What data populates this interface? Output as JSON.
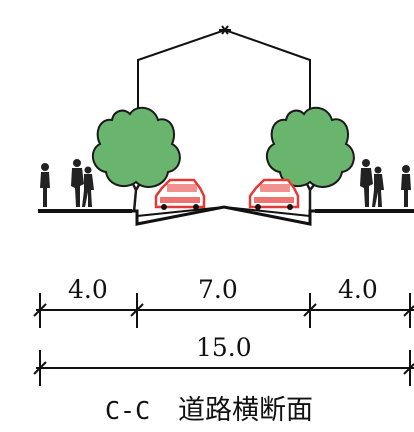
{
  "section": {
    "caption_code": "C-C",
    "caption_text": "道路横断面"
  },
  "dimensions": {
    "left_sidewalk": "4.0",
    "carriageway": "7.0",
    "right_sidewalk": "4.0",
    "total_width": "15.0"
  },
  "colors": {
    "line": "#111111",
    "tree_canopy": "#6ab56e",
    "tree_outline": "#1a1a1a",
    "car_body": "#e53935",
    "car_window": "#ffffff",
    "pedestrian": "#222222"
  },
  "icons": {
    "tree": "tree-icon",
    "car": "car-icon",
    "pedestrian": "pedestrian-icon"
  }
}
